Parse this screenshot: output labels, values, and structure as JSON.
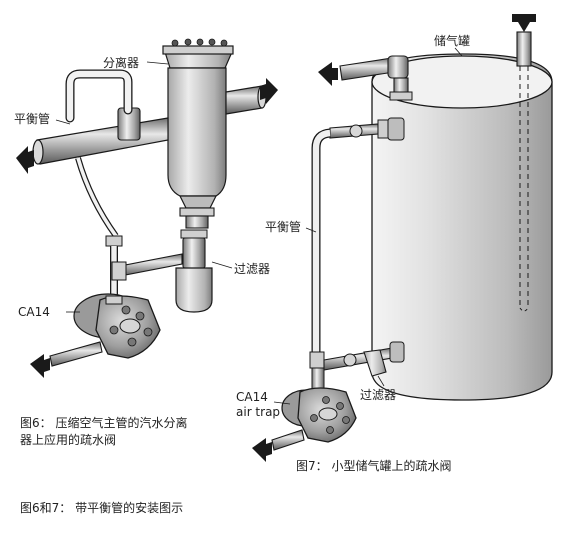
{
  "fig6": {
    "separator_label": "分离器",
    "balance_pipe_label": "平衡管",
    "strainer_label": "过滤器",
    "trap_label": "CA14",
    "caption_line1": "图6： 压缩空气主管的汽水分离",
    "caption_line2": "器上应用的疏水阀"
  },
  "fig7": {
    "receiver_label": "储气罐",
    "balance_pipe_label": "平衡管",
    "strainer_label": "过滤器",
    "trap_label_line1": "CA14",
    "trap_label_line2": "air trap",
    "caption": "图7： 小型储气罐上的疏水阀"
  },
  "footer_caption": "图6和7： 带平衡管的安装图示",
  "colors": {
    "line": "#1a1a1a",
    "shade_dark": "#8c8c8c",
    "shade_mid": "#bdbdbd",
    "shade_light": "#e6e6e6",
    "arrow": "#1a1a1a"
  }
}
